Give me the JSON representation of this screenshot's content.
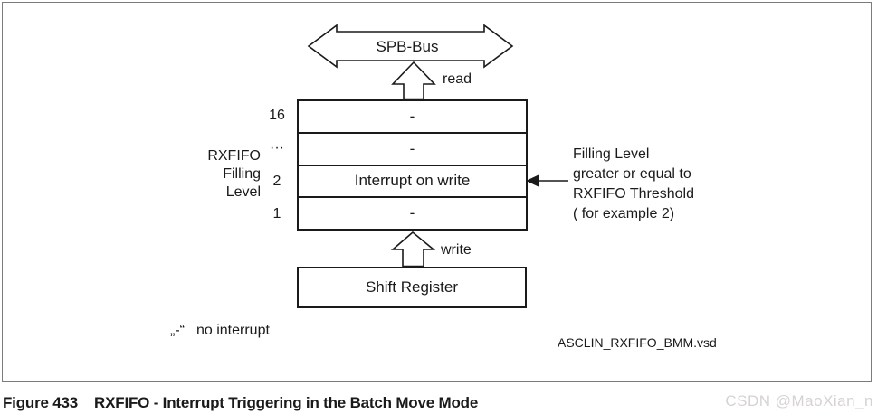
{
  "diagram": {
    "spb_bus_label": "SPB-Bus",
    "read_label": "read",
    "write_label": "write",
    "fifo": {
      "axis_label_lines": [
        "RXFIFO",
        "Filling",
        "Level"
      ],
      "rows": [
        {
          "level": "16",
          "content": "-"
        },
        {
          "level": "···",
          "content": "-"
        },
        {
          "level": "2",
          "content": "Interrupt on write"
        },
        {
          "level": "1",
          "content": "-"
        }
      ]
    },
    "threshold_note_lines": [
      "Filling Level",
      "greater or equal to",
      "RXFIFO Threshold",
      "( for example 2)"
    ],
    "shift_register_label": "Shift Register",
    "legend_symbol": "„-“",
    "legend_text": "no interrupt",
    "file_name": "ASCLIN_RXFIFO_BMM.vsd"
  },
  "caption": {
    "label": "Figure 433",
    "title": "RXFIFO - Interrupt Triggering in the Batch Move Mode"
  },
  "watermark": "CSDN @MaoXian_n",
  "colors": {
    "line": "#1a1a1a",
    "frame_border": "#7c7c7c",
    "watermark": "#d7d2d2"
  }
}
